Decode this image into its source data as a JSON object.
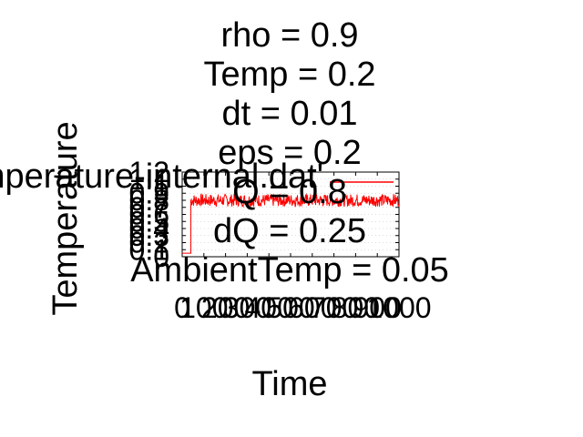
{
  "chart_data": {
    "type": "line",
    "title": "",
    "xlabel": "Time",
    "ylabel": "Temperature",
    "xlim": [
      0,
      1000
    ],
    "ylim": [
      0,
      1.2
    ],
    "x_ticks": [
      "0",
      "100",
      "200",
      "300",
      "400",
      "500",
      "600",
      "700",
      "800",
      "900",
      "1000"
    ],
    "y_ticks": [
      "0",
      "0.1",
      "0.2",
      "0.3",
      "0.4",
      "0.5",
      "0.6",
      "0.7",
      "0.8",
      "0.9",
      "1",
      "1.1",
      "1.2"
    ],
    "legend": {
      "entries": [
        "'temperature-internal.dat'"
      ],
      "placement": "top-right"
    },
    "annotations": [
      "rho = 0.9",
      "Temp = 0.2",
      "dt = 0.01",
      "eps = 0.2",
      "Q = 0.8",
      "dQ = 0.25",
      "AmbientTemp = 0.05"
    ],
    "series": [
      {
        "name": "'temperature-internal.dat'",
        "color": "#ff0000",
        "noise": 0.09,
        "segments": [
          {
            "x": [
              0,
              40
            ],
            "y": [
              0.05,
              0.05
            ]
          },
          {
            "x": [
              40,
              1000
            ],
            "y": [
              0.8,
              0.8
            ]
          }
        ]
      }
    ]
  }
}
